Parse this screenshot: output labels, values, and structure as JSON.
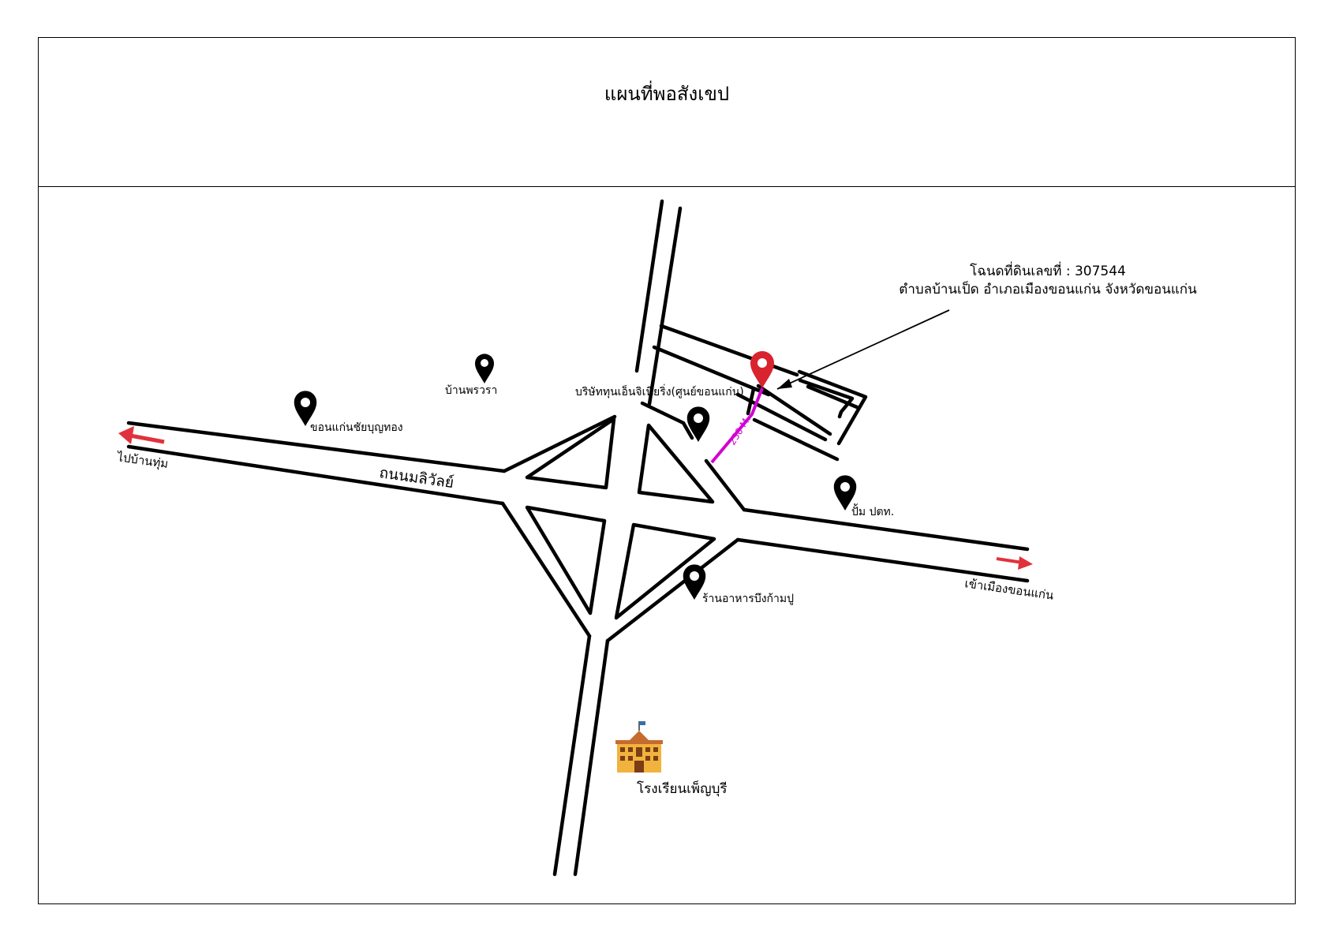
{
  "title": "แผนที่พอสังเขป",
  "deed": {
    "line1": "โฉนดที่ดินเลขที่ : 307544",
    "line2": "ตำบลบ้านเป็ด  อำเภอเมืองขอนแก่น จังหวัดขอนแก่น"
  },
  "road_name": "ถนนมลิวัลย์",
  "directions": {
    "west": "ไปบ้านทุ่ม",
    "east": "เข้าเมืองขอนแก่น"
  },
  "distance": "230 M.",
  "places": {
    "ban_phonrara": "บ้านพรวรา",
    "khonkaen_chaibunthong": "ขอนแก่นชัยบุญทอง",
    "company": "บริษัททุนเอ็นจิเนียริ่ง(ศูนย์ขอนแก่น)",
    "ptt_pump": "ปั้ม ปตท.",
    "restaurant": "ร้านอาหารบึงก้ามปู",
    "school": "โรงเรียนเพ็ญบุรี"
  },
  "colors": {
    "road": "#000000",
    "arrow": "#e0323c",
    "target_pin": "#d9232e",
    "distance_line": "#d200d2",
    "school_wall": "#f1b33d"
  },
  "icons": {
    "place_pin": "map-pin-icon",
    "target_pin": "target-location-pin-icon",
    "school": "school-building-icon",
    "direction_arrow": "arrow-icon"
  }
}
